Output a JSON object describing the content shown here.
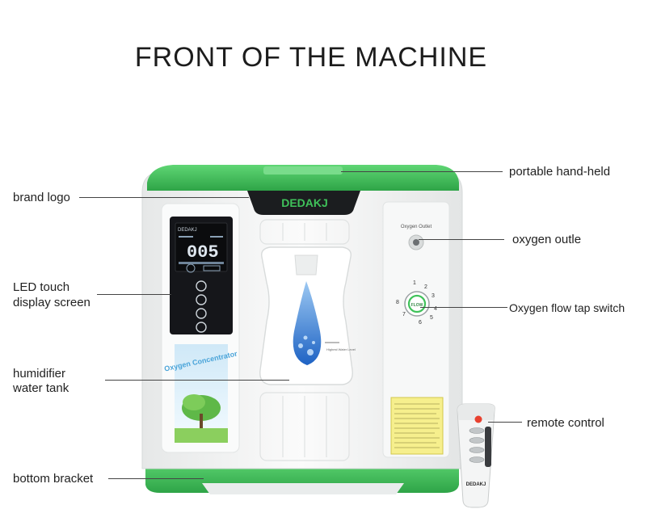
{
  "title": "FRONT OF THE MACHINE",
  "labels": {
    "portable_handheld": "portable hand-held",
    "brand_logo": "brand logo",
    "oxygen_outlet": "oxygen outle",
    "led_line1": "LED touch",
    "led_line2": "display screen",
    "flow_switch": "Oxygen flow tap switch",
    "humidifier_line1": "humidifier",
    "humidifier_line2": "water tank",
    "remote_control": "remote control",
    "bottom_bracket": "bottom bracket"
  },
  "device": {
    "brand": "DEDAKJ",
    "outlet_text": "Oxygen Outlet",
    "lcd_readout": "005",
    "tank_label": "Oxygen Concentrator",
    "tank_mark": "Highest Water Level",
    "knob_label": "FLOW",
    "dial_numbers": [
      "1",
      "2",
      "3",
      "4",
      "5",
      "6",
      "7",
      "8"
    ],
    "remote_brand": "DEDAKJ"
  },
  "colors": {
    "green": "#3fc25a",
    "green_dark": "#2ea447",
    "lcd_bg": "#15161a",
    "water": "#2f79d6",
    "body": "#f4f5f5"
  }
}
